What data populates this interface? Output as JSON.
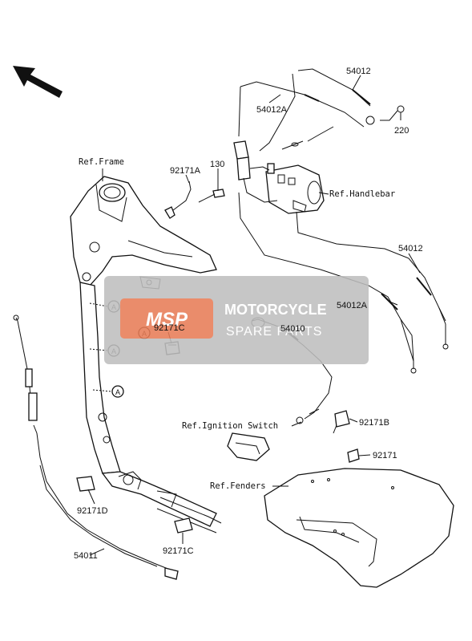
{
  "labels": {
    "p54012_top": "54012",
    "p54012A_top": "54012A",
    "p220": "220",
    "p130": "130",
    "p92171A": "92171A",
    "ref_frame": "Ref.Frame",
    "ref_handlebar": "Ref.Handlebar",
    "p54012_mid": "54012",
    "p54012A_mid": "54012A",
    "p54010": "54010",
    "p92171C_top": "92171C",
    "ref_ignition": "Ref.Ignition Switch",
    "p92171B": "92171B",
    "p92171": "92171",
    "ref_fenders": "Ref.Fenders",
    "p92171D": "92171D",
    "p92171C_bottom": "92171C",
    "p54011": "54011"
  },
  "callouts": [
    "A",
    "A",
    "A",
    "A",
    "A"
  ],
  "watermark": {
    "logo": "MSP",
    "line1": "MOTORCYCLE",
    "line2": "SPARE PARTS"
  },
  "colors": {
    "line": "#111111",
    "watermark_box": "#bfbfbf",
    "watermark_logo": "#e87d57"
  }
}
